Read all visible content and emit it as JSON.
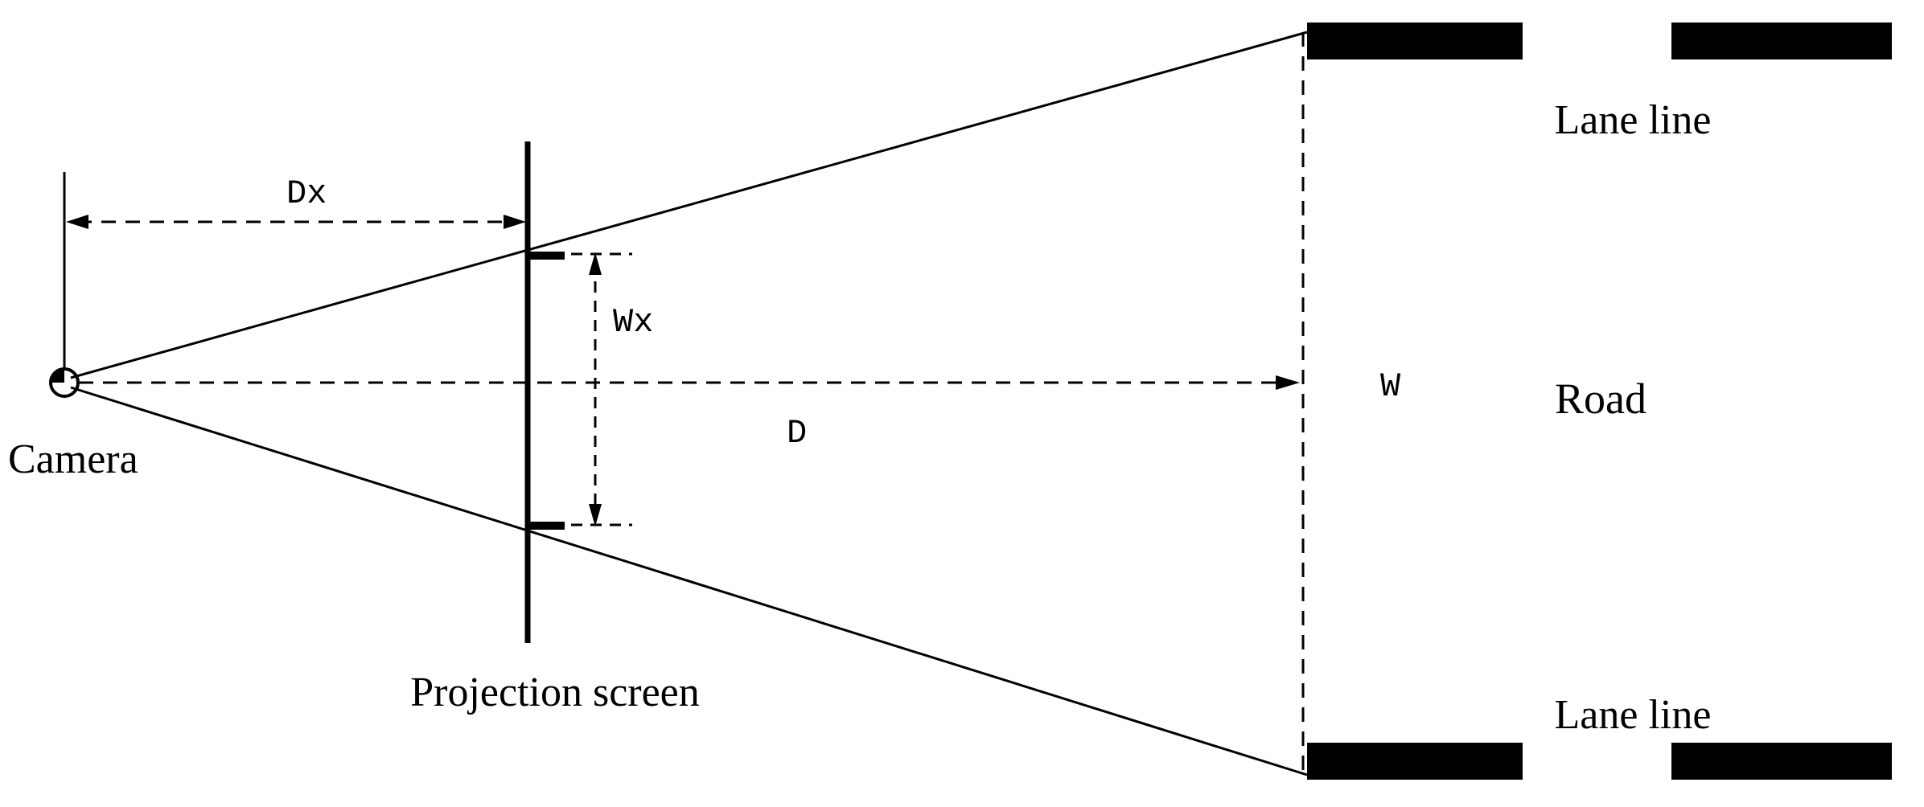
{
  "labels": {
    "camera": "Camera",
    "projection_screen": "Projection screen",
    "dx": "Dx",
    "wx": "Wx",
    "d": "D",
    "w": "W",
    "road": "Road",
    "lane_line_top": "Lane line",
    "lane_line_bottom": "Lane line"
  },
  "colors": {
    "ink": "#000000",
    "background": "#ffffff"
  }
}
